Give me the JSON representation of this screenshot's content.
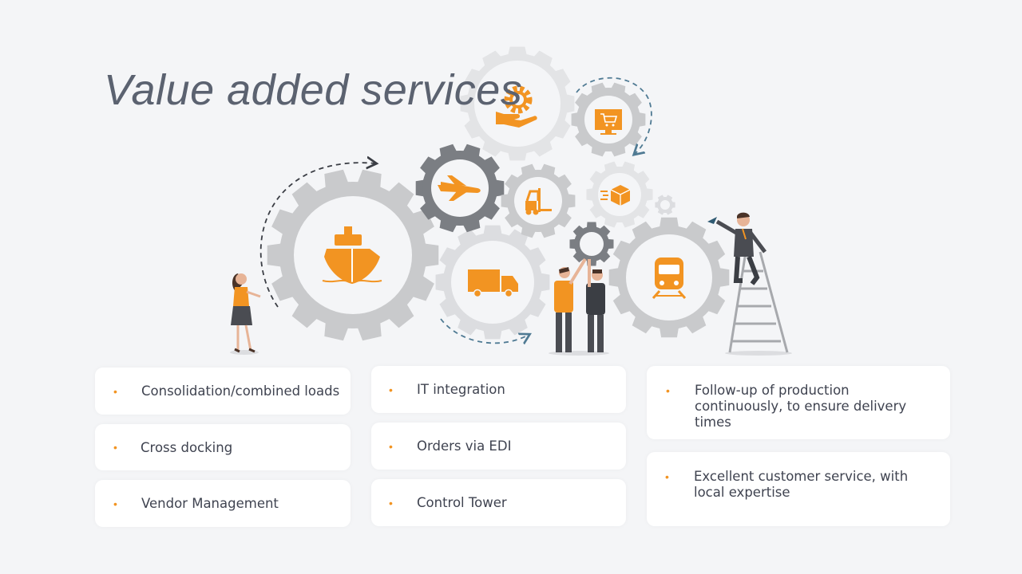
{
  "slide": {
    "title": "Value added services",
    "bullet": "•"
  },
  "colors": {
    "accent": "#f29422",
    "gear_light": "#c9cacc",
    "gear_dark": "#7b7e83",
    "arrow_dark": "#3a3d44",
    "arrow_blue": "#4f7a93",
    "text": "#3f4350",
    "title": "#5b6270"
  },
  "gears": [
    {
      "name": "ship-gear",
      "icon": "ship-icon"
    },
    {
      "name": "truck-gear",
      "icon": "truck-icon"
    },
    {
      "name": "plane-gear",
      "icon": "plane-icon"
    },
    {
      "name": "forklift-gear",
      "icon": "forklift-icon"
    },
    {
      "name": "service-gear",
      "icon": "gear-hand-icon"
    },
    {
      "name": "shop-gear",
      "icon": "monitor-cart-icon"
    },
    {
      "name": "box-gear",
      "icon": "box-icon"
    },
    {
      "name": "train-gear",
      "icon": "train-icon"
    }
  ],
  "columns": [
    {
      "items": [
        "Consolidation/combined loads",
        "Cross docking",
        "Vendor Management"
      ]
    },
    {
      "items": [
        "IT integration",
        "Orders via EDI",
        "Control Tower"
      ]
    },
    {
      "items": [
        "Follow-up of production continuously, to ensure delivery times",
        "Excellent customer service, with local expertise"
      ]
    }
  ]
}
